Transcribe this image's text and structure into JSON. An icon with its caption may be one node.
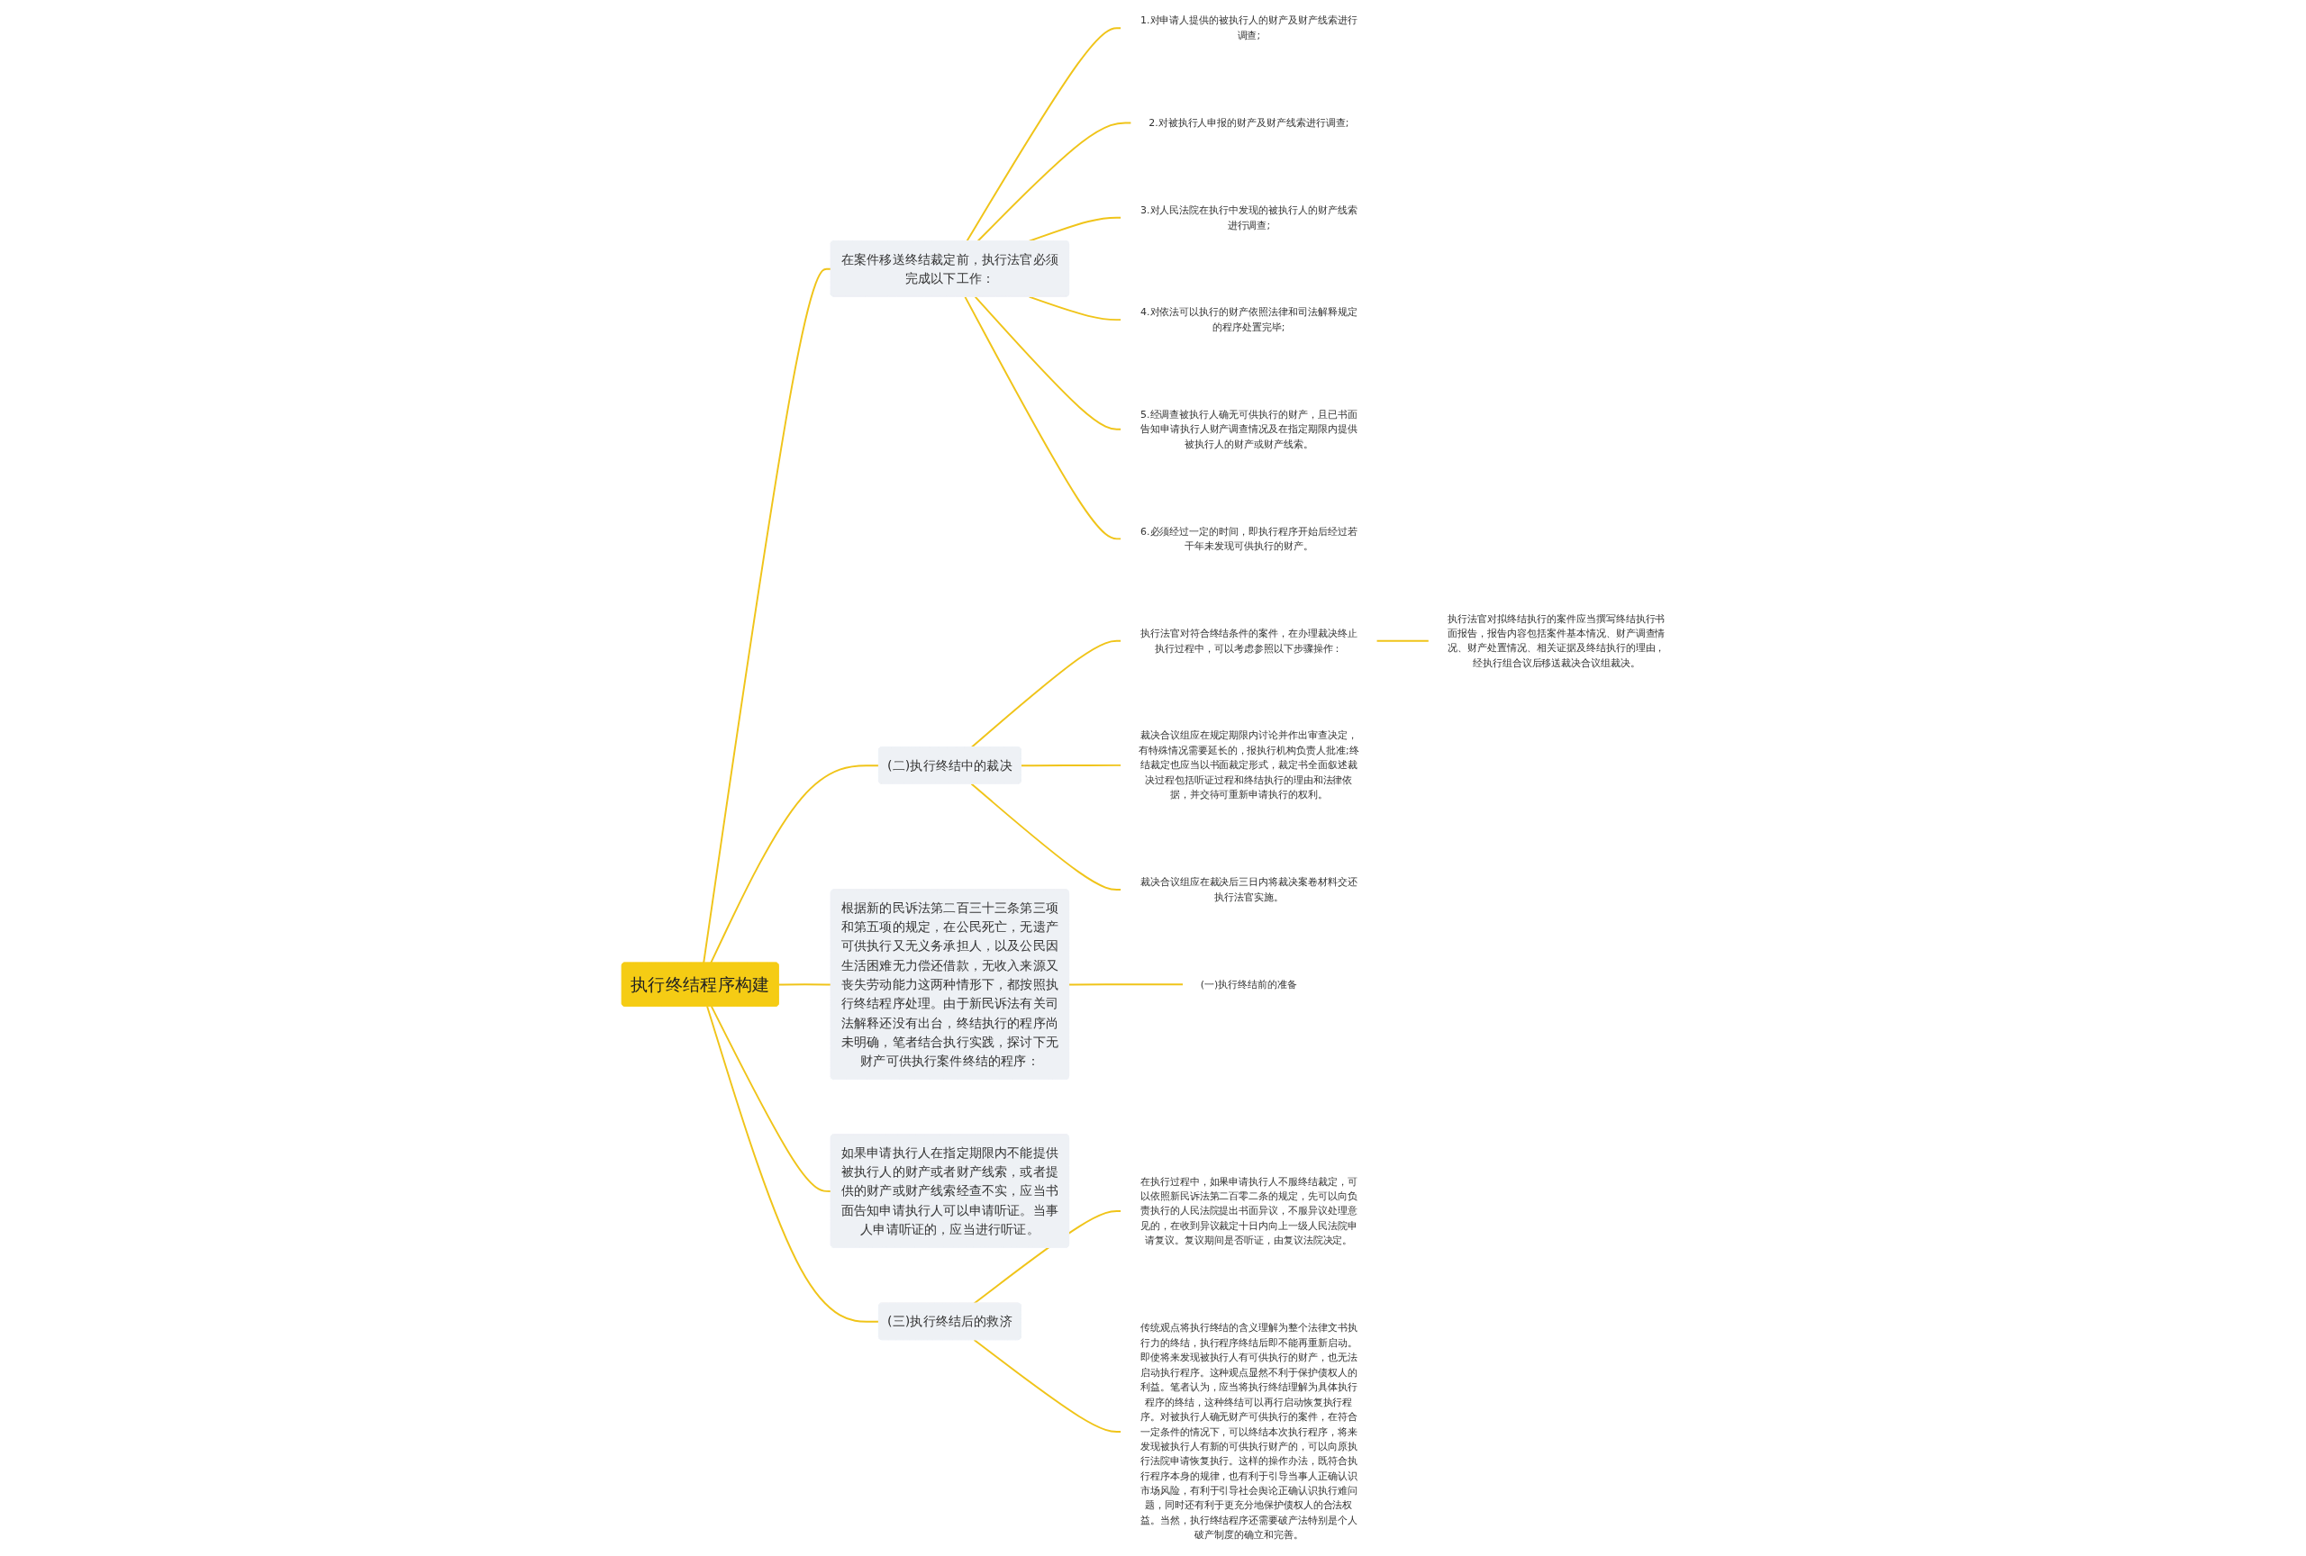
{
  "diagram": {
    "nodes": [
      {
        "text": [
          "执行终结程序构建"
        ]
      },
      {
        "text": [
          "在案件移送终结裁定前，执行法官必须完成以下工作："
        ]
      },
      {
        "text": [
          "1.对申请人提供的被执行人的财产及财产线索进行调查;"
        ]
      },
      {
        "text": [
          "2.对被执行人申报的财产及财产线索进行调查;"
        ]
      },
      {
        "text": [
          "3.对人民法院在执行中发现的被执行人的财产线索进行调查;"
        ]
      },
      {
        "text": [
          "4.对依法可以执行的财产依照法律和司法解释规定的程序处置完毕;"
        ]
      },
      {
        "text": [
          "5.经调查被执行人确无可供执行的财产，且已书面告知申请执行人财产调查情况及在指定期限内提供被执行人的财产或财产线索。"
        ]
      },
      {
        "text": [
          "6.必须经过一定的时间，即执行程序开始后经过若干年未发现可供执行的财产。"
        ]
      },
      {
        "text": [
          "(二)执行终结中的裁决"
        ]
      },
      {
        "text": [
          "执行法官对符合终结条件的案件，在办理裁决终止执行过程中，可以考虑参照以下步骤操作："
        ]
      },
      {
        "text": [
          "执行法官对拟终结执行的案件应当撰写终结执行书面报告，报告内容包括案件基本情况、财产调查情况、财产处置情况、相关证据及终结执行的理由，经执行组合议后移送裁决合议组裁决。"
        ]
      },
      {
        "text": [
          "裁决合议组应在规定期限内讨论并作出审查决定，有特殊情况需要延长的，报执行机构负责人批准;终结裁定也应当以书面裁定形式，裁定书全面叙述裁决过程包括听证过程和终结执行的理由和法律依据，并交待可重新申请执行的权利。"
        ]
      },
      {
        "text": [
          "裁决合议组应在裁决后三日内将裁决案卷材料交还执行法官实施。"
        ]
      },
      {
        "text": [
          "根据新的民诉法第二百三十三条第三项和第五项的规定，在公民死亡，无遗产可供执行又无义务承担人，以及公民因生活困难无力偿还借款，无收入来源又丧失劳动能力这两种情形下，都按照执行终结程序处理。由于新民诉法有关司法解释还没有出台，终结执行的程序尚未明确，笔者结合执行实践，探讨下无财产可供执行案件终结的程序："
        ]
      },
      {
        "text": [
          "(一)执行终结前的准备"
        ]
      },
      {
        "text": [
          "如果申请执行人在指定期限内不能提供被执行人的财产或者财产线索，或者提供的财产或财产线索经查不实，应当书面告知申请执行人可以申请听证。当事人申请听证的，应当进行听证。"
        ]
      },
      {
        "text": [
          "(三)执行终结后的救济"
        ]
      },
      {
        "text": [
          "在执行过程中，如果申请执行人不服终结裁定，可以依照新民诉法第二百零二条的规定，先可以向负责执行的人民法院提出书面异议，不服异议处理意见的，在收到异议裁定十日内向上一级人民法院申请复议。复议期间是否听证，由复议法院决定。"
        ]
      },
      {
        "text": [
          "传统观点将执行终结的含义理解为整个法律文书执行力的终结，执行程序终结后即不能再重新启动。即使将来发现被执行人有可供执行的财产，也无法启动执行程序。这种观点显然不利于保护债权人的利益。笔者认为，应当将执行终结理解为具体执行程序的终结，这种终结可以再行启动恢复执行程序。对被执行人确无财产可供执行的案件，在符合一定条件的情况下，可以终结本次执行程序，将来发现被执行人有新的可供执行财产的，可以向原执行法院申请恢复执行。这样的操作办法，既符合执行程序本身的规律，也有利于引导当事人正确认识市场风险，有利于引导社会舆论正确认识执行难问题，同时还有利于更充分地保护债权人的合法权益。当然，执行终结程序还需要破产法特别是个人破产制度的确立和完善。"
        ]
      }
    ],
    "edges": [
      {
        "from": 0,
        "to": 1,
        "arrow": "none"
      },
      {
        "from": 1,
        "to": 2,
        "arrow": "none"
      },
      {
        "from": 1,
        "to": 3,
        "arrow": "none"
      },
      {
        "from": 1,
        "to": 4,
        "arrow": "none"
      },
      {
        "from": 1,
        "to": 5,
        "arrow": "none"
      },
      {
        "from": 1,
        "to": 6,
        "arrow": "none"
      },
      {
        "from": 1,
        "to": 7,
        "arrow": "none"
      },
      {
        "from": 0,
        "to": 8,
        "arrow": "none"
      },
      {
        "from": 8,
        "to": 9,
        "arrow": "none"
      },
      {
        "from": 9,
        "to": 10,
        "arrow": "none"
      },
      {
        "from": 8,
        "to": 11,
        "arrow": "none"
      },
      {
        "from": 8,
        "to": 12,
        "arrow": "none"
      },
      {
        "from": 0,
        "to": 13,
        "arrow": "none"
      },
      {
        "from": 13,
        "to": 14,
        "arrow": "none"
      },
      {
        "from": 0,
        "to": 15,
        "arrow": "none"
      },
      {
        "from": 0,
        "to": 16,
        "arrow": "none"
      },
      {
        "from": 16,
        "to": 17,
        "arrow": "none"
      },
      {
        "from": 16,
        "to": 18,
        "arrow": "none"
      }
    ]
  }
}
